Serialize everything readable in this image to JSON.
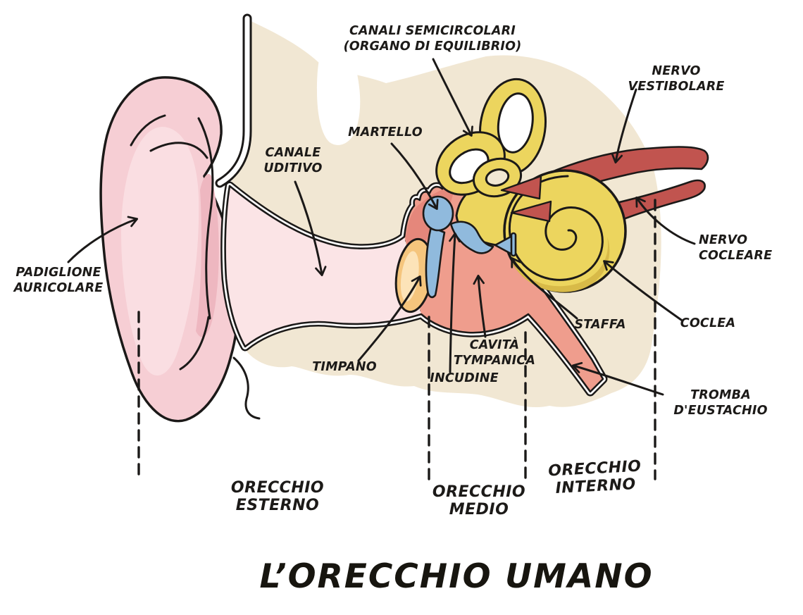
{
  "title": "L’ORECCHIO UMANO",
  "diagram": {
    "type": "anatomical-diagram",
    "subject": "human ear, cross-section, Italian labels",
    "part_labels": {
      "semicircular_canals": "CANALI SEMICIRCOLARI\n(ORGANO DI EQUILIBRIO)",
      "vestibular_nerve": "NERVO VESTIBOLARE",
      "hammer_malleus": "MARTELLO",
      "auditory_canal": "CANALE\nUDITIVO",
      "auricle": "PADIGLIONE\nAURICOLARE",
      "cochlear_nerve": "NERVO\nCOCLEARE",
      "stapes": "STAFFA",
      "cochlea": "COCLEA",
      "eardrum": "TIMPANO",
      "tympanic_cavity": "CAVITÀ\nTYMPANICA",
      "incus": "INCUDINE",
      "eustachian_tube": "TROMBA\nD'EUSTACHIO"
    },
    "region_labels": {
      "outer_ear": "ORECCHIO\nESTERNO",
      "middle_ear": "ORECCHIO\nMEDIO",
      "inner_ear": "ORECCHIO\nINTERNO"
    },
    "colors": {
      "skin_beige": "#f1e7d3",
      "ear_pink": "#f6ced4",
      "ear_pink_light": "#fadee2",
      "ear_pink_dark": "#eeb7c0",
      "canal_pink": "#fbe4e6",
      "cavity_salmon": "#ef9d8d",
      "cavity_salmon_dark": "#e5877b",
      "ossicles_blue": "#90badd",
      "labyrinth_yellow": "#ecd55e",
      "labyrinth_yellow_dark": "#d8ba48",
      "nerve_red": "#c1544f",
      "eardrum_orange": "#f5c57d",
      "outline_black": "#1b1918"
    }
  }
}
